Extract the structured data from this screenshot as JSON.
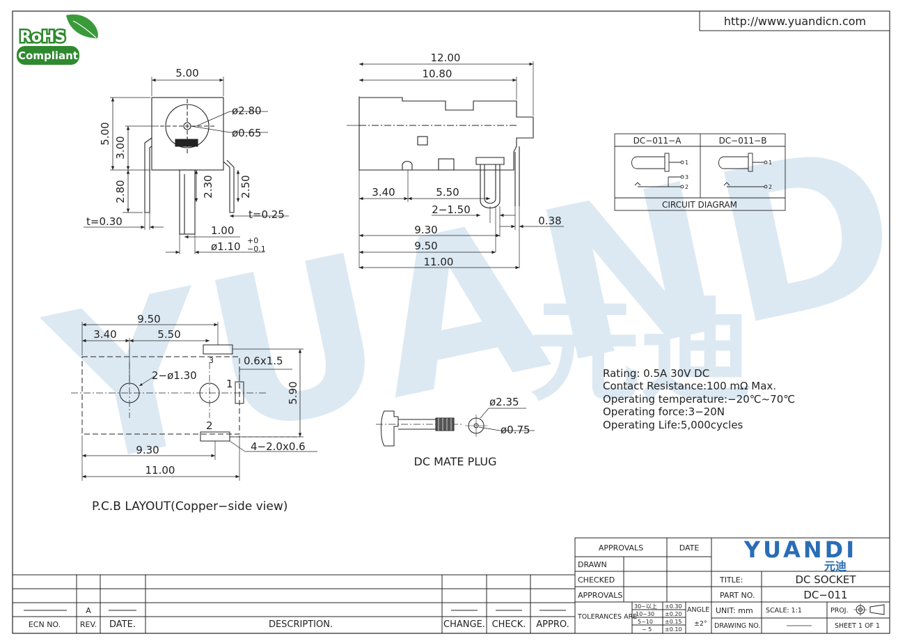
{
  "header": {
    "url": "http://www.yuandicn.com"
  },
  "logo": {
    "rohs_line1": "RoHS",
    "rohs_line2": "Compliant"
  },
  "watermark": {
    "latin": "YUANDI",
    "chinese": "元迪"
  },
  "front_view": {
    "width": "5.00",
    "height": "5.00",
    "upper": "3.00",
    "lower": "2.80",
    "hole_outer": "ø2.80",
    "hole_inner": "ø0.65",
    "pin_a": "2.30",
    "pin_b": "2.50",
    "thick_left": "t=0.30",
    "thick_right": "t=0.25",
    "pitch": "1.00",
    "pin_dia": "ø1.10",
    "tol_plus": "+0",
    "tol_minus": "−0.1"
  },
  "side_view": {
    "overall": "12.00",
    "body": "10.80",
    "d340": "3.40",
    "d550": "5.50",
    "d150": "2−1.50",
    "d038": "0.38",
    "d930": "9.30",
    "d950": "9.50",
    "d1100": "11.00"
  },
  "circuit": {
    "col_a": "DC−011−A",
    "col_b": "DC−011−B",
    "caption": "CIRCUIT DIAGRAM",
    "pins": {
      "p1": "1",
      "p2": "2",
      "p3": "3"
    }
  },
  "pcb": {
    "d950": "9.50",
    "d340": "3.40",
    "d550": "5.50",
    "hole": "2−ø1.30",
    "slot": "0.6x1.5",
    "height": "5.90",
    "d930": "9.30",
    "d1100": "11.00",
    "pads": "4−2.0x0.6",
    "pin1": "1",
    "pin2": "2",
    "pin3": "3",
    "caption": "P.C.B LAYOUT(Copper−side view)"
  },
  "plug": {
    "d_outer": "ø2.35",
    "d_inner": "ø0.75",
    "caption": "DC MATE PLUG"
  },
  "specs": [
    "Rating: 0.5A 30V DC",
    "Contact Resistance:100 mΩ Max.",
    "Operating temperature:−20℃~70℃",
    "Operating force:3−20N",
    "Operating Life:5,000cycles"
  ],
  "title_block": {
    "approvals": "APPROVALS",
    "date": "DATE",
    "drawn": "DRAWN",
    "checked": "CHECKED",
    "approvals2": "APPROVALS",
    "tolerances": "TOLERANCES ARE",
    "tol_rows": [
      {
        "range": "30~以上",
        "tol": "±0.30"
      },
      {
        "range": "10~30",
        "tol": "±0.20"
      },
      {
        "range": "5~10",
        "tol": "±0.15"
      },
      {
        "range": "~ 5",
        "tol": "±0.10"
      }
    ],
    "angle": "ANGLE",
    "angle_tol": "±2°",
    "brand": "YUANDI",
    "brand_cn": "元迪",
    "title_label": "TITLE:",
    "title": "DC SOCKET",
    "part_label": "PART NO.",
    "part_no": "DC−011",
    "unit": "UNIT:  mm",
    "scale": "SCALE:    1:1",
    "proj": "PROJ.",
    "drawing_no": "DRAWING NO.",
    "sheet": "SHEET    1  OF  1"
  },
  "revision_block": {
    "rev": "A",
    "headers": [
      "ECN NO.",
      "REV.",
      "DATE.",
      "DESCRIPTION.",
      "CHANGE.",
      "CHECK.",
      "APPRO."
    ]
  }
}
